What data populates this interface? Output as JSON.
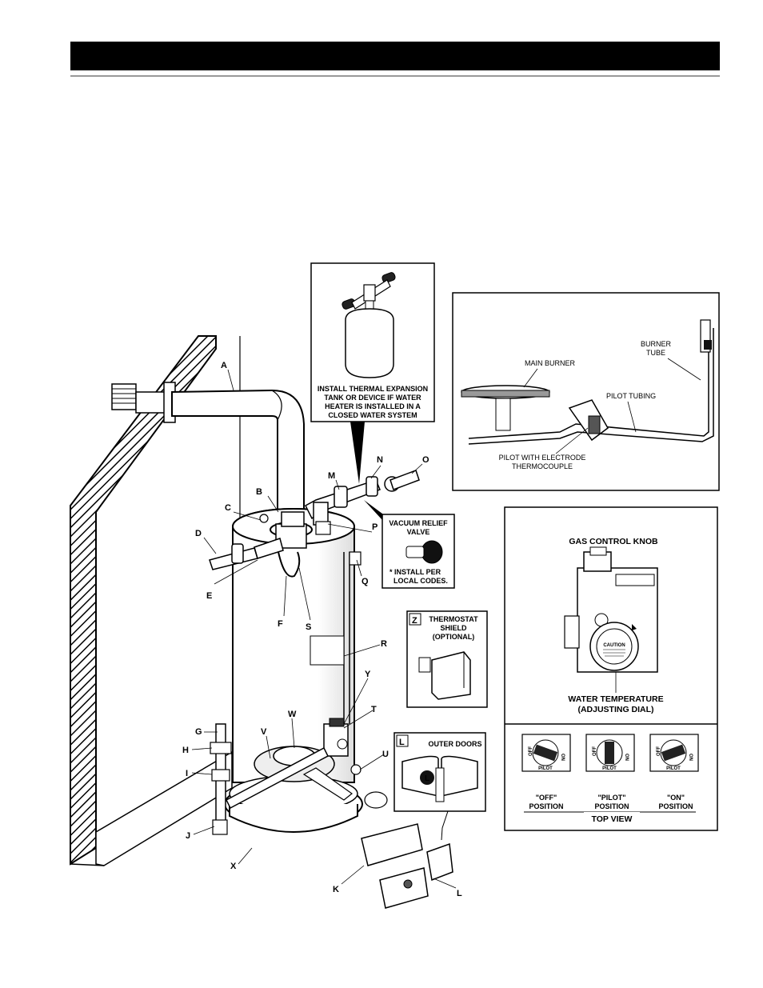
{
  "labels": {
    "A": "A",
    "B": "B",
    "C": "C",
    "D": "D",
    "E": "E",
    "F": "F",
    "G": "G",
    "H": "H",
    "I": "I",
    "J": "J",
    "K": "K",
    "L": "L",
    "M": "M",
    "N": "N",
    "O": "O",
    "P": "P",
    "Q": "Q",
    "R": "R",
    "S": "S",
    "T": "T",
    "U": "U",
    "V": "V",
    "W": "W",
    "X": "X",
    "Y": "Y"
  },
  "expansion_tank": {
    "line1": "INSTALL THERMAL EXPANSION",
    "line2": "TANK OR DEVICE IF WATER",
    "line3": "HEATER IS INSTALLED IN A",
    "line4": "CLOSED WATER SYSTEM"
  },
  "vacuum_relief": {
    "line1": "VACUUM RELIEF",
    "line2": "VALVE",
    "note1": "* INSTALL PER",
    "note2": "LOCAL CODES."
  },
  "thermostat_shield": {
    "letter": "Z",
    "line1": "THERMOSTAT",
    "line2": "SHIELD",
    "line3": "(OPTIONAL)"
  },
  "outer_doors": {
    "letter": "L",
    "title": "OUTER DOORS"
  },
  "burner_inset": {
    "main_burner": "MAIN BURNER",
    "burner_tube_1": "BURNER",
    "burner_tube_2": "TUBE",
    "pilot_tubing": "PILOT TUBING",
    "pilot_1": "PILOT WITH ELECTRODE",
    "pilot_2": "THERMOCOUPLE"
  },
  "gas_control": {
    "knob": "GAS CONTROL KNOB",
    "water_temp": "WATER TEMPERATURE",
    "dial": "(ADJUSTING DIAL)",
    "caution": "CAUTION",
    "off_1": "\"OFF\"",
    "off_2": "POSITION",
    "pilot_1": "\"PILOT\"",
    "pilot_2": "POSITION",
    "on_1": "\"ON\"",
    "on_2": "POSITION",
    "top_view": "TOP VIEW",
    "knob_off": "OFF",
    "knob_pilot": "PILOT",
    "knob_on": "ON"
  }
}
